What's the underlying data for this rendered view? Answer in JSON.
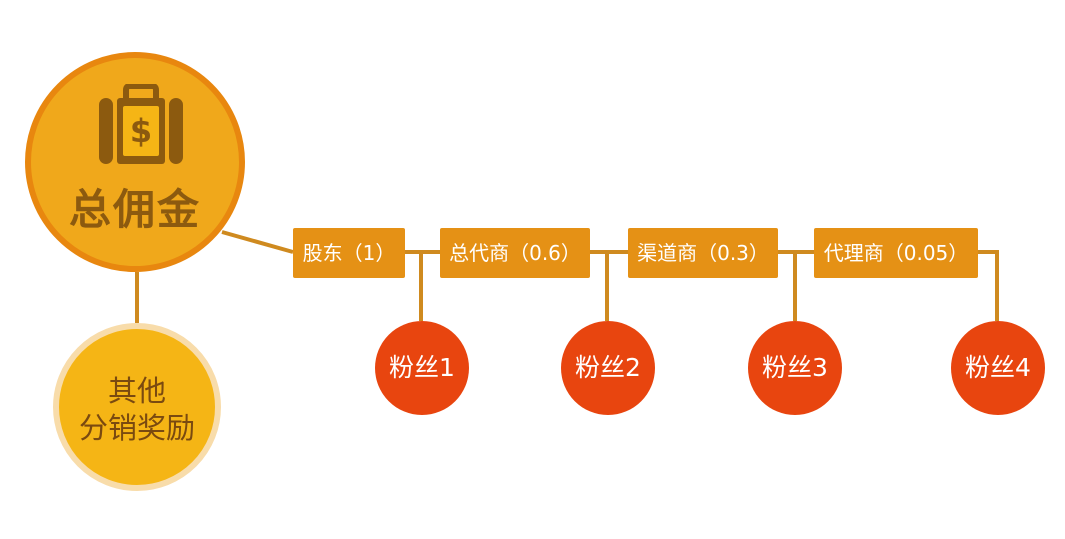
{
  "diagram": {
    "main_node": {
      "title": "总佣金",
      "icon": "money-bag-icon"
    },
    "secondary_node": {
      "line1": "其他",
      "line2": "分销奖励"
    },
    "chain": [
      {
        "label": "股东（1）"
      },
      {
        "label": "总代商（0.6）"
      },
      {
        "label": "渠道商（0.3）"
      },
      {
        "label": "代理商（0.05）"
      }
    ],
    "fans": [
      {
        "label": "粉丝1"
      },
      {
        "label": "粉丝2"
      },
      {
        "label": "粉丝3"
      },
      {
        "label": "粉丝4"
      }
    ],
    "colors": {
      "main_fill": "#f0a81b",
      "main_border": "#e8870f",
      "main_text": "#8c5a0f",
      "secondary_fill": "#f5b515",
      "secondary_border": "#f8dcaa",
      "node_fill": "#e59115",
      "fan_fill": "#e8450f",
      "connector": "#cf8a1f"
    }
  }
}
